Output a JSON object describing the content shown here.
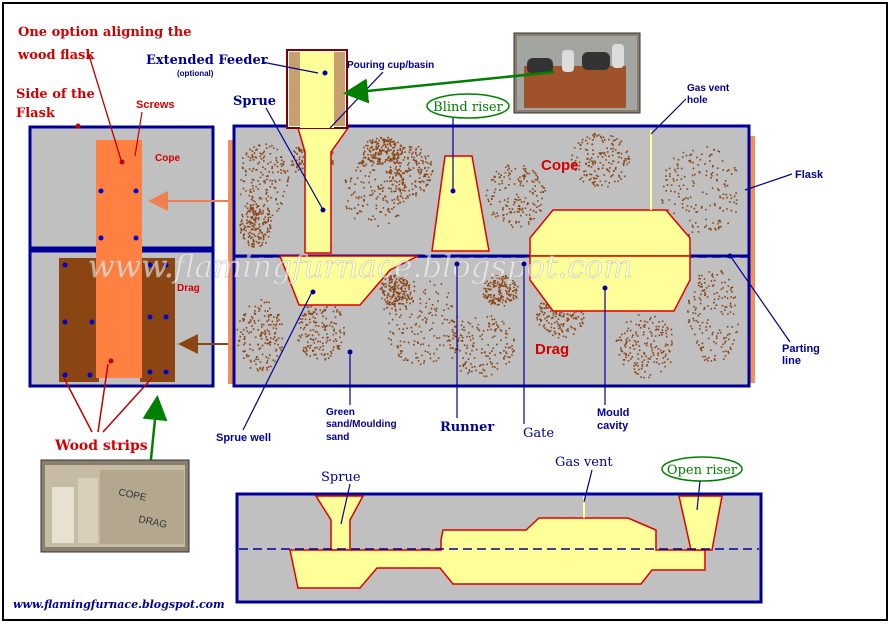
{
  "labels": {
    "one_option_line1": "One option aligning the",
    "one_option_line2": "wood flask",
    "side_line1": "Side of the",
    "side_line2": "Flask",
    "screws": "Screws",
    "cope_small": "Cope",
    "drag_small": "Drag",
    "wood_strips": "Wood strips",
    "extended_feeder": "Extended Feeder",
    "optional": "(optional)",
    "pouring_cup": "Pouring cup/basin",
    "sprue": "Sprue",
    "blind_riser": "Blind riser",
    "gas_vent_hole_line1": "Gas vent",
    "gas_vent_hole_line2": "hole",
    "cope_big": "Cope",
    "drag_big": "Drag",
    "flask": "Flask",
    "parting_line1": "Parting",
    "parting_line2": "line",
    "sprue_well": "Sprue well",
    "green_sand_line1": "Green",
    "green_sand_line2": "sand/Moulding",
    "green_sand_line3": "sand",
    "runner": "Runner",
    "gate": "Gate",
    "mould_cavity_line1": "Mould",
    "mould_cavity_line2": "cavity",
    "sprue_bottom": "Sprue",
    "gas_vent": "Gas vent",
    "open_riser": "Open riser",
    "photo_cope": "COPE",
    "photo_drag": "DRAG",
    "watermark": "www.flamingfurnace.blogspot.com",
    "footer_url": "www.flamingfurnace.blogspot.com"
  },
  "colors": {
    "red_label": "#d40000",
    "blue_label": "#000099",
    "border_blue": "#000099",
    "sand_grey": "#c0c0c0",
    "metal_yellow": "#ffff99",
    "cavity_outline": "#e00000",
    "speckle_brown": "#8b4513",
    "wood_orange": "#ff8040",
    "wood_brown": "#8b4513",
    "green_oval": "#008000"
  },
  "icons": [
    "arrow-icon",
    "dot-marker-icon",
    "photo-icon"
  ]
}
